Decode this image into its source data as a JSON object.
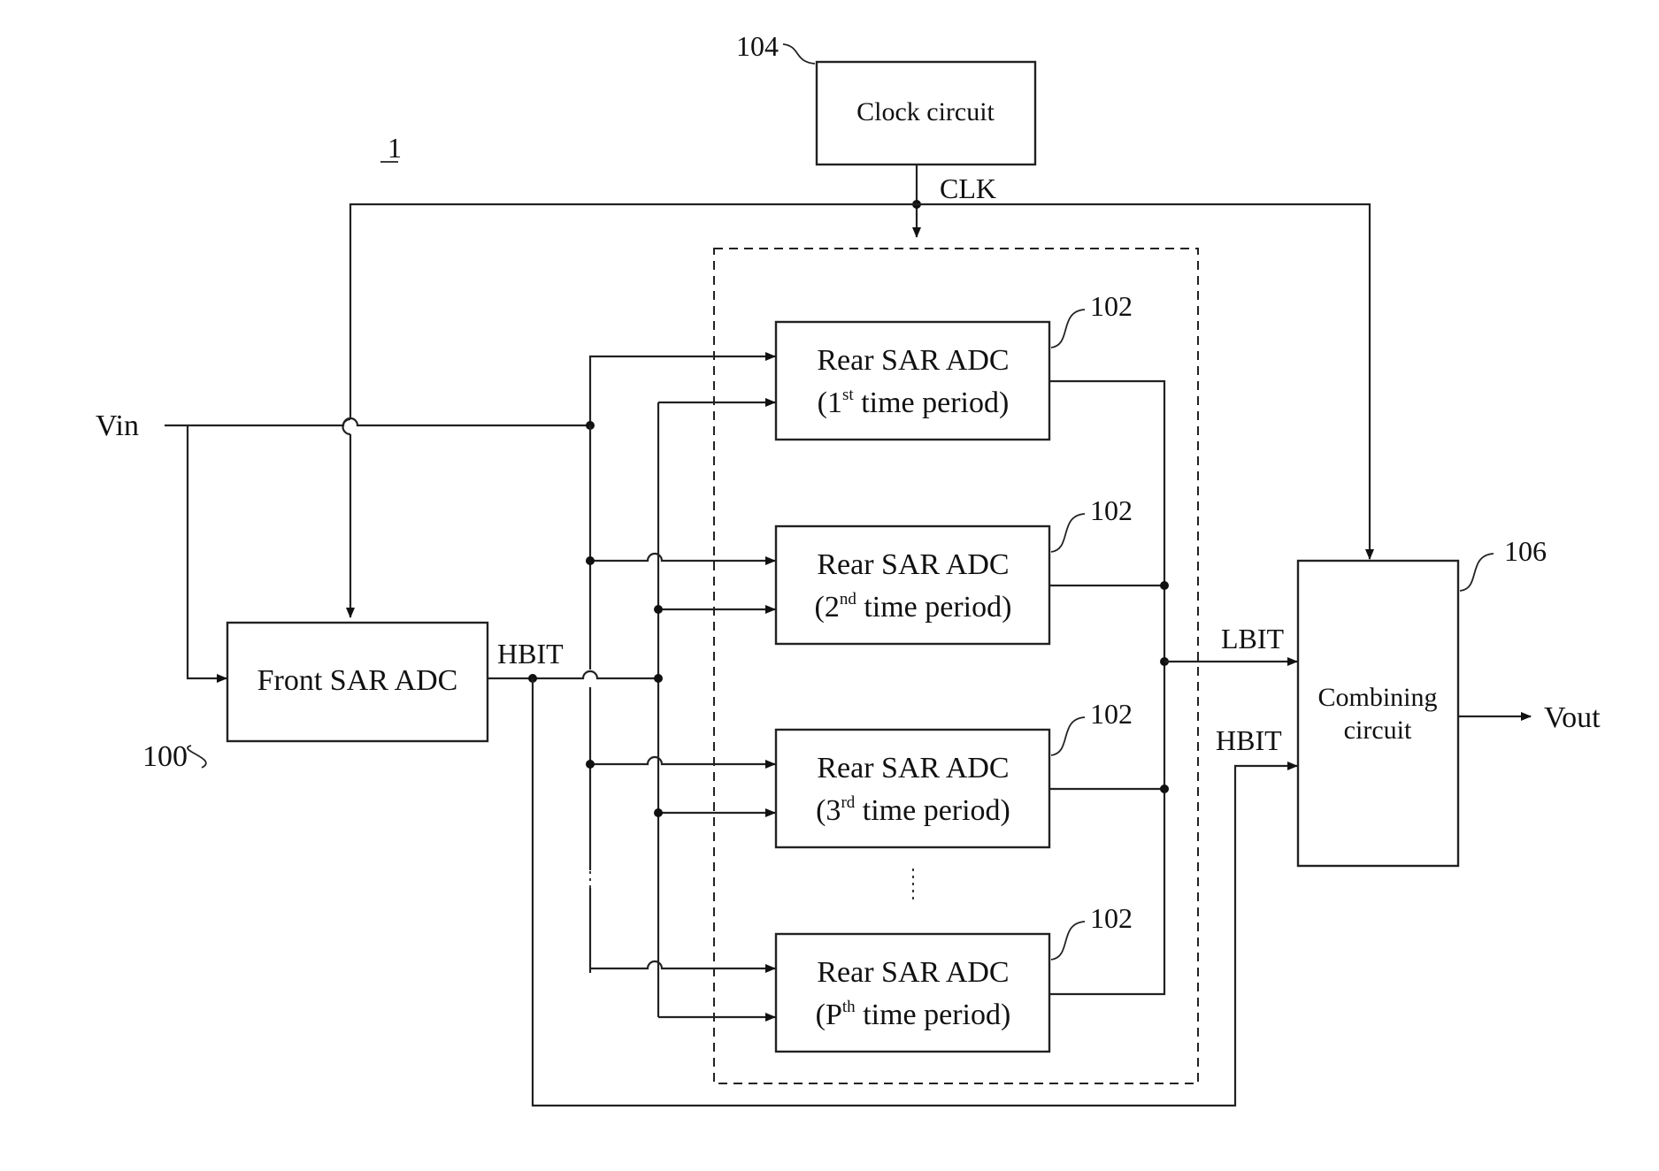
{
  "figure": {
    "label": "1",
    "signals": {
      "vin": "Vin",
      "clk": "CLK",
      "hbit_front": "HBIT",
      "lbit": "LBIT",
      "hbit_combine": "HBIT",
      "vout": "Vout"
    },
    "blocks": {
      "clock": {
        "name": "Clock circuit",
        "ref": "104"
      },
      "front": {
        "name": "Front SAR ADC",
        "ref": "100"
      },
      "combiner": {
        "name_line1": "Combining",
        "name_line2": "circuit",
        "ref": "106"
      }
    },
    "rear_adcs": [
      {
        "name": "Rear SAR ADC",
        "period_open": "(1",
        "period_sup": "st",
        "period_rest": " time period)",
        "ref": "102"
      },
      {
        "name": "Rear SAR ADC",
        "period_open": "(2",
        "period_sup": "nd",
        "period_rest": " time period)",
        "ref": "102"
      },
      {
        "name": "Rear SAR ADC",
        "period_open": "(3",
        "period_sup": "rd",
        "period_rest": " time period)",
        "ref": "102"
      },
      {
        "name": "Rear SAR ADC",
        "period_open": "(P",
        "period_sup": "th",
        "period_rest": " time period)",
        "ref": "102"
      }
    ]
  }
}
